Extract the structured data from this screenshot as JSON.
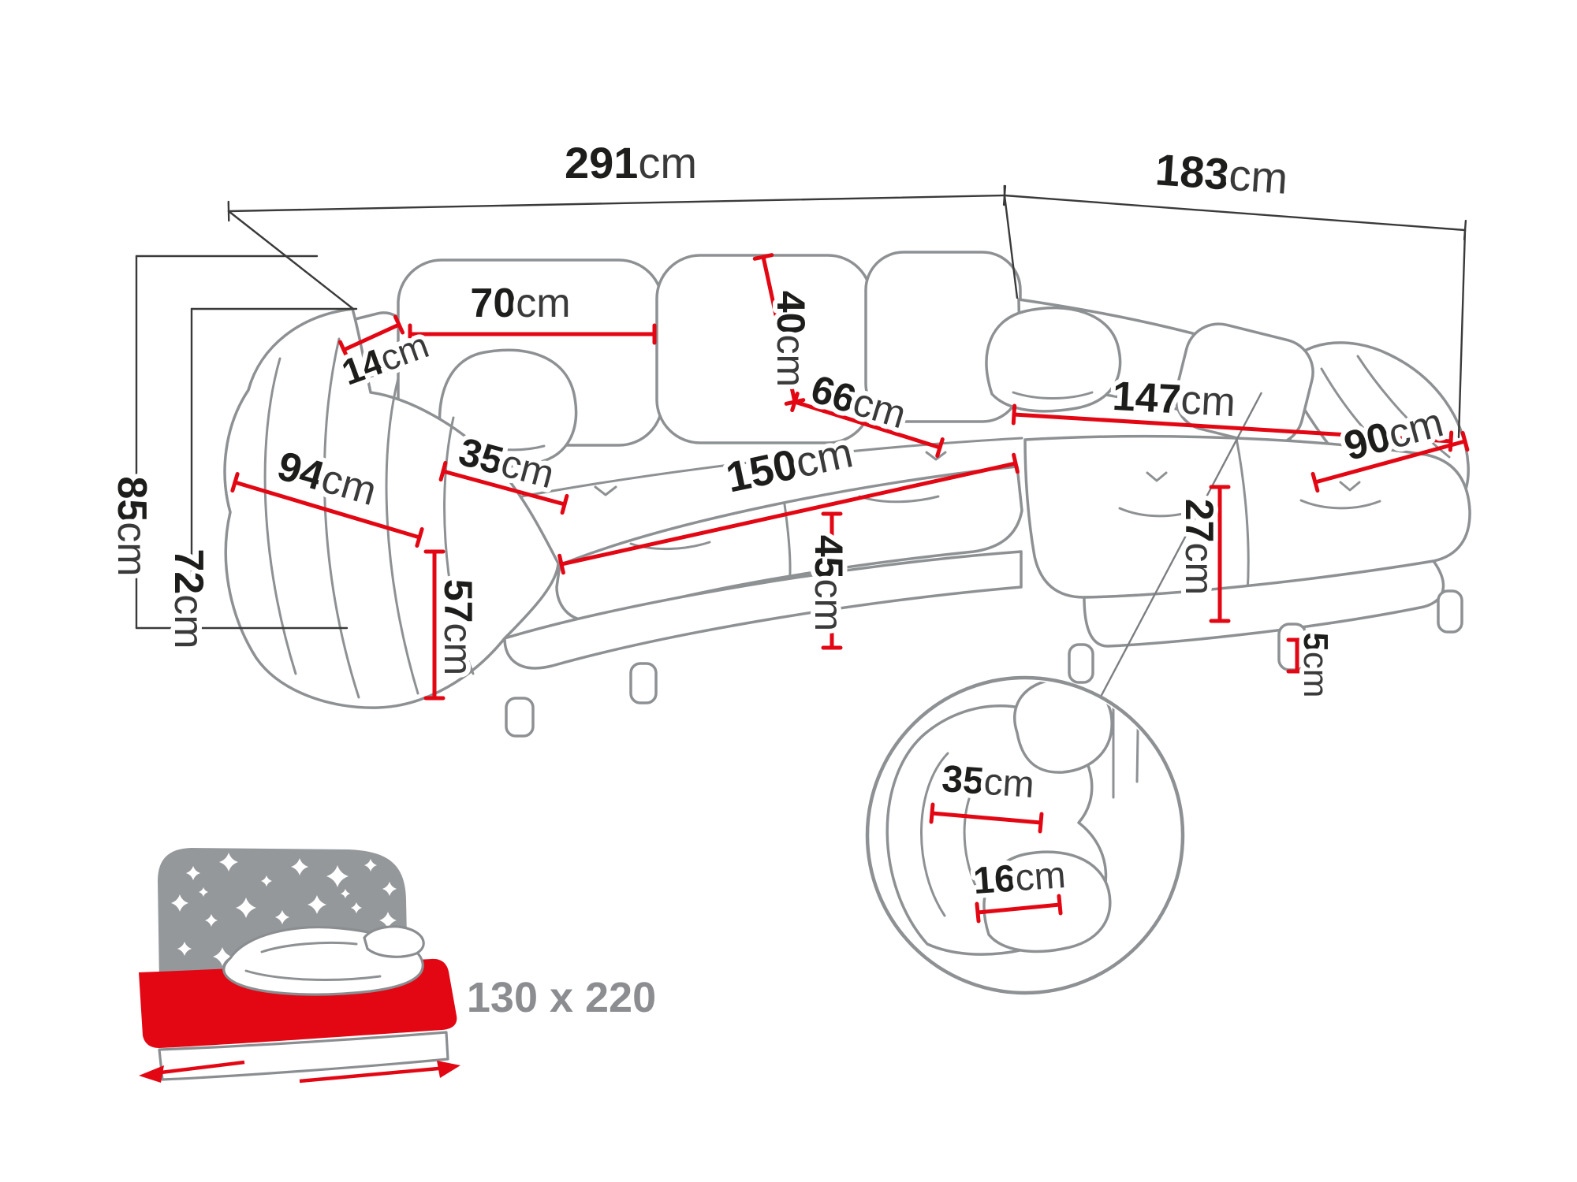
{
  "diagram": {
    "title": "corner-sofa-dimension-diagram",
    "unit": "cm",
    "colors": {
      "dimension_red": "#e30613",
      "outline_gray": "#8e9193",
      "text_black": "#1d1d1b",
      "bed_label_gray": "#8b8d90",
      "star_white": "#ffffff"
    },
    "dimensions": {
      "width_total": {
        "value": "291",
        "unit": "cm"
      },
      "depth_total": {
        "value": "183",
        "unit": "cm"
      },
      "height_total": {
        "value": "85",
        "unit": "cm"
      },
      "height_backrest": {
        "value": "72",
        "unit": "cm"
      },
      "back_cushion_width": {
        "value": "70",
        "unit": "cm"
      },
      "armrest_top_width": {
        "value": "14",
        "unit": "cm"
      },
      "back_cushion_height": {
        "value": "40",
        "unit": "cm"
      },
      "seat_depth_corner": {
        "value": "66",
        "unit": "cm"
      },
      "chaise_length": {
        "value": "147",
        "unit": "cm"
      },
      "chaise_width": {
        "value": "90",
        "unit": "cm"
      },
      "armrest_depth": {
        "value": "94",
        "unit": "cm"
      },
      "armrest_width": {
        "value": "35",
        "unit": "cm"
      },
      "seat_width": {
        "value": "150",
        "unit": "cm"
      },
      "seat_height": {
        "value": "45",
        "unit": "cm"
      },
      "armrest_height": {
        "value": "57",
        "unit": "cm"
      },
      "chaise_seat_height": {
        "value": "27",
        "unit": "cm"
      },
      "leg_height": {
        "value": "5",
        "unit": "cm"
      },
      "detail_cushion_width": {
        "value": "35",
        "unit": "cm"
      },
      "detail_cushion_depth": {
        "value": "16",
        "unit": "cm"
      }
    },
    "bed": {
      "label": "130 x 220"
    }
  }
}
